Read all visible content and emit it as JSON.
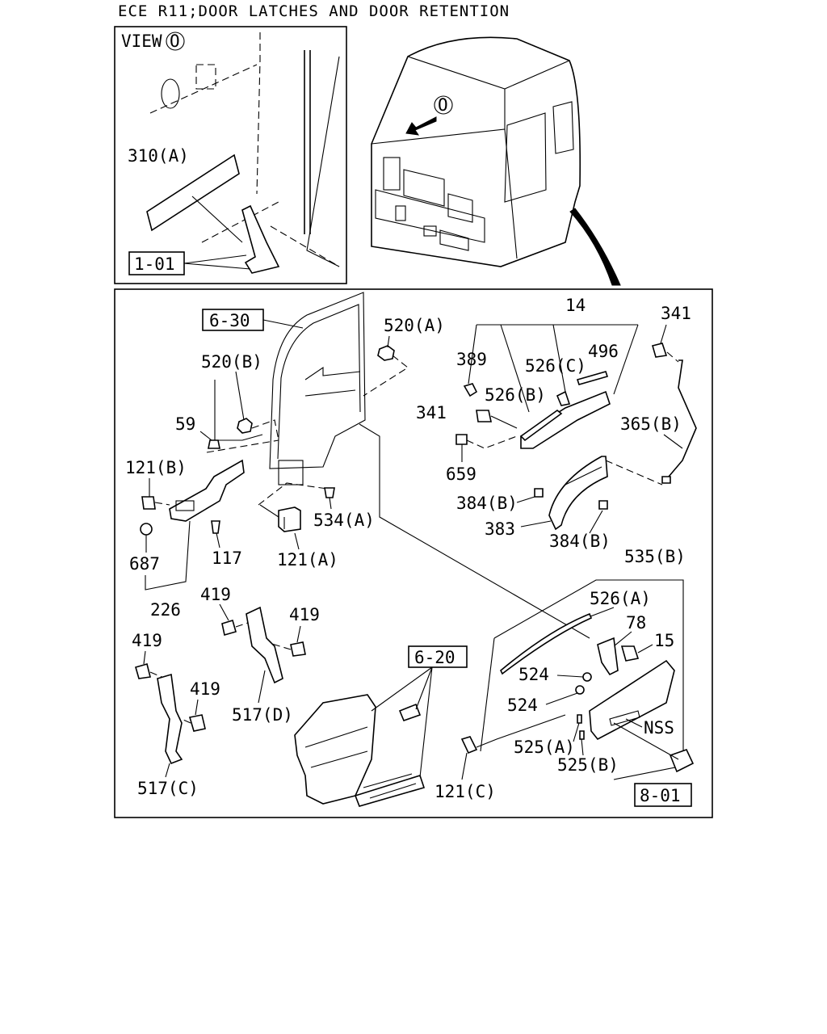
{
  "title": "ECE R11;DOOR LATCHES AND DOOR RETENTION",
  "view_box": {
    "view_label": "VIEW",
    "view_marker": "O",
    "labels": [
      "310(A)",
      "1-01"
    ]
  },
  "cab_marker": "O",
  "parts": {
    "ref_6_30": "6-30",
    "ref_6_20": "6-20",
    "ref_8_01": "8-01",
    "p14": "14",
    "p341_top": "341",
    "p520a": "520(A)",
    "p520b": "520(B)",
    "p389": "389",
    "p526c": "526(C)",
    "p496": "496",
    "p526b": "526(B)",
    "p341_mid": "341",
    "p365b": "365(B)",
    "p59": "59",
    "p659": "659",
    "p121b": "121(B)",
    "p384b_1": "384(B)",
    "p534a": "534(A)",
    "p383": "383",
    "p384b_2": "384(B)",
    "p687": "687",
    "p117": "117",
    "p121a": "121(A)",
    "p535b": "535(B)",
    "p226": "226",
    "p526a": "526(A)",
    "p419_1": "419",
    "p78": "78",
    "p419_2": "419",
    "p419_3": "419",
    "p15": "15",
    "p524_1": "524",
    "p419_4": "419",
    "p524_2": "524",
    "p517d": "517(D)",
    "pNSS": "NSS",
    "p525a": "525(A)",
    "p525b": "525(B)",
    "p517c": "517(C)",
    "p121c": "121(C)"
  }
}
